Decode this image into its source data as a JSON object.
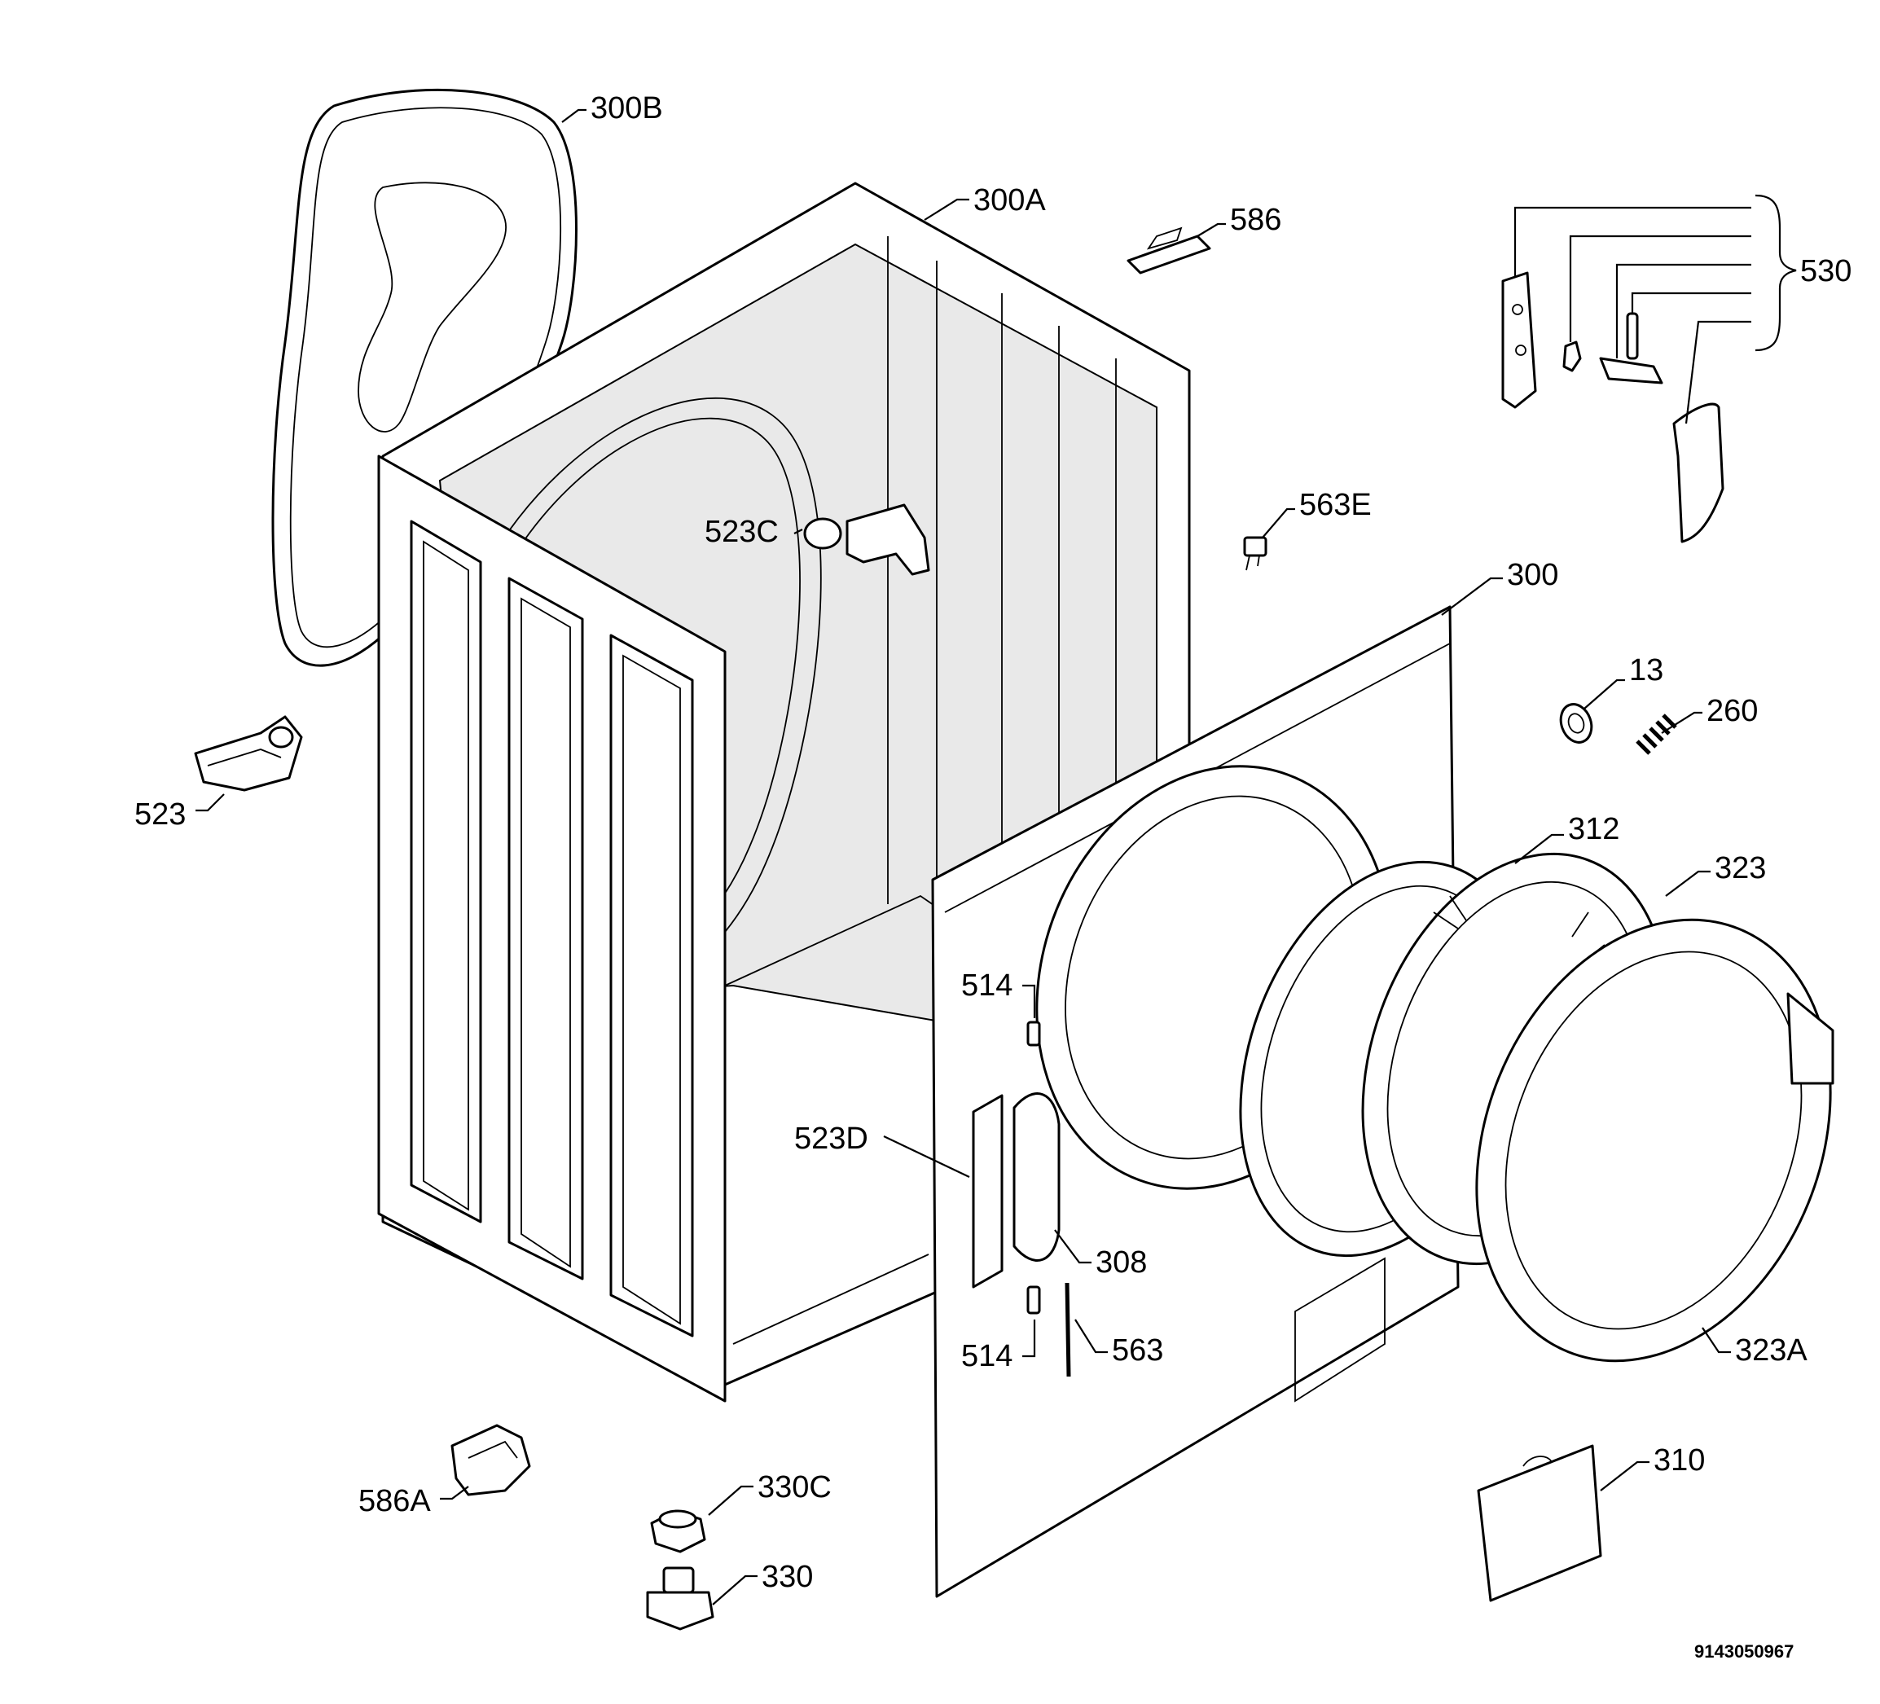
{
  "labels": {
    "l300B": "300B",
    "l300A": "300A",
    "l586": "586",
    "l530": "530",
    "l563E": "563E",
    "l523C": "523C",
    "l300": "300",
    "l13": "13",
    "l260": "260",
    "l523": "523",
    "l312": "312",
    "l323": "323",
    "l514a": "514",
    "l523D": "523D",
    "l308": "308",
    "l514b": "514",
    "l563": "563",
    "l323A": "323A",
    "l310": "310",
    "l586A": "586A",
    "l330C": "330C",
    "l330": "330"
  },
  "doc_number": "9143050967"
}
